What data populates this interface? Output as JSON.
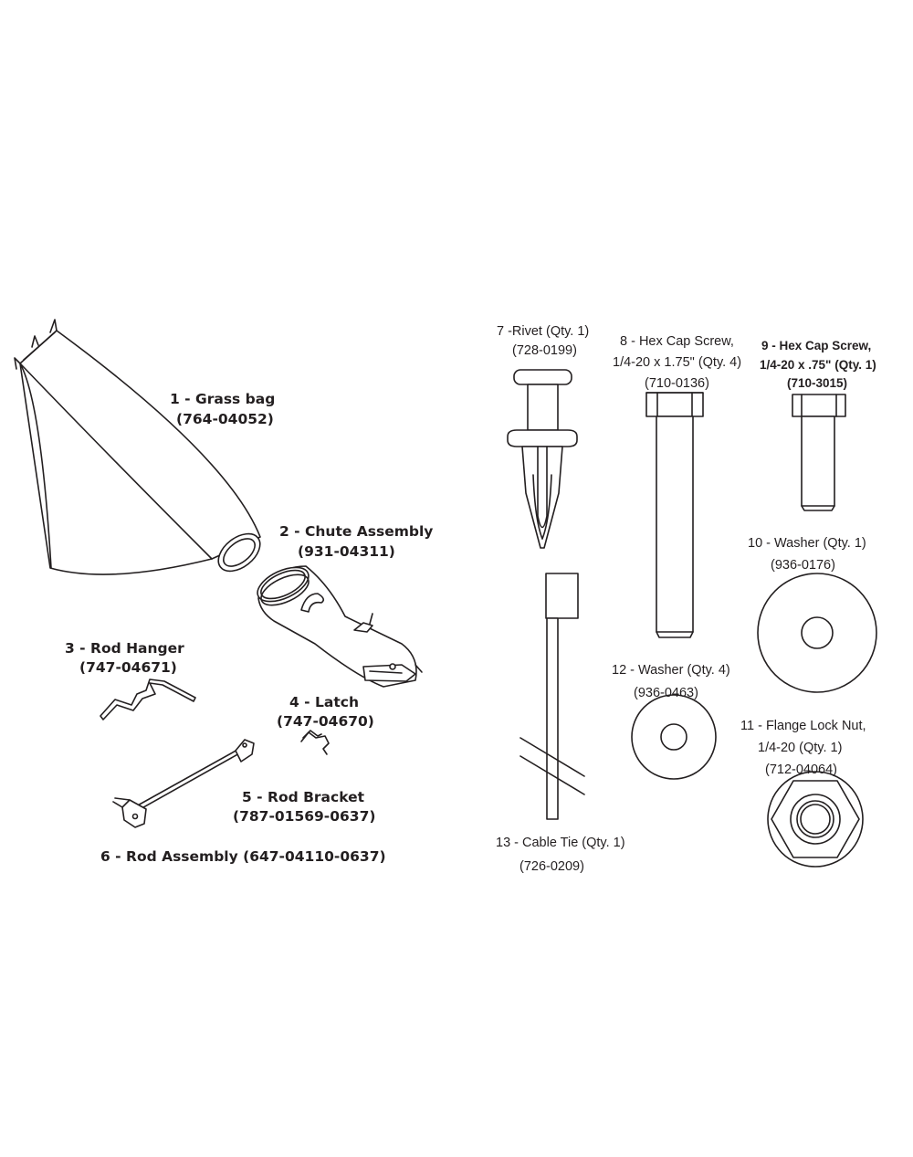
{
  "parts": [
    {
      "name": "1 - Grass bag",
      "part_no": "(764-04052)"
    },
    {
      "name": "2 - Chute Assembly",
      "part_no": "(931-04311)"
    },
    {
      "name": "3 - Rod Hanger",
      "part_no": "(747-04671)"
    },
    {
      "name": "4 - Latch",
      "part_no": "(747-04670)"
    },
    {
      "name": "5 - Rod Bracket",
      "part_no": "(787-01569-0637)"
    },
    {
      "name": "6 - Rod Assembly (647-04110-0637)"
    },
    {
      "name": "7 -Rivet (Qty. 1)",
      "part_no": "(728-0199)"
    },
    {
      "name": "8 - Hex Cap Screw,",
      "spec": "1/4-20 x 1.75\" (Qty. 4)",
      "part_no": "(710-0136)"
    },
    {
      "name": "9 - Hex Cap Screw,",
      "spec": "1/4-20 x .75\" (Qty. 1)",
      "part_no": "(710-3015)"
    },
    {
      "name": "10 - Washer (Qty. 1)",
      "part_no": "(936-0176)"
    },
    {
      "name": "11 - Flange Lock Nut,",
      "spec": "1/4-20 (Qty. 1)",
      "part_no": "(712-04064)"
    },
    {
      "name": "12 - Washer (Qty. 4)",
      "part_no": "(936-0463)"
    },
    {
      "name": "13 - Cable Tie (Qty. 1)",
      "part_no": "(726-0209)"
    }
  ],
  "colors": {
    "line": "#231f20",
    "background": "#ffffff"
  }
}
